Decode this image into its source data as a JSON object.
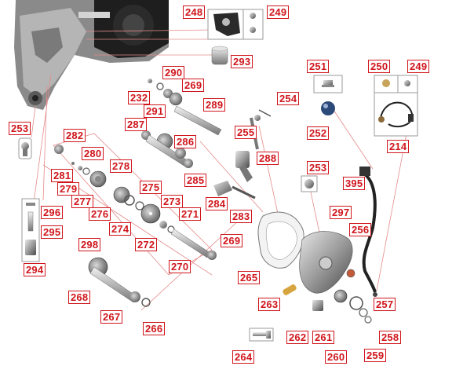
{
  "labels": {
    "p248": "248",
    "p249a": "249",
    "p293": "293",
    "p251": "251",
    "p250": "250",
    "p249b": "249",
    "p290": "290",
    "p232": "232",
    "p269a": "269",
    "p291": "291",
    "p289": "289",
    "p254": "254",
    "p253a": "253",
    "p282": "282",
    "p287": "287",
    "p255": "255",
    "p252": "252",
    "p214": "214",
    "p286": "286",
    "p280": "280",
    "p278": "278",
    "p288": "288",
    "p281": "281",
    "p279": "279",
    "p285": "285",
    "p253b": "253",
    "p277": "277",
    "p275": "275",
    "p395": "395",
    "p276": "276",
    "p273": "273",
    "p284": "284",
    "p296": "296",
    "p271": "271",
    "p283": "283",
    "p297": "297",
    "p274": "274",
    "p295": "295",
    "p256": "256",
    "p298": "298",
    "p272": "272",
    "p269b": "269",
    "p294": "294",
    "p270": "270",
    "p265": "265",
    "p268": "268",
    "p263": "263",
    "p257": "257",
    "p267": "267",
    "p266": "266",
    "p258": "258",
    "p262": "262",
    "p261": "261",
    "p264": "264",
    "p260": "260",
    "p259": "259"
  }
}
